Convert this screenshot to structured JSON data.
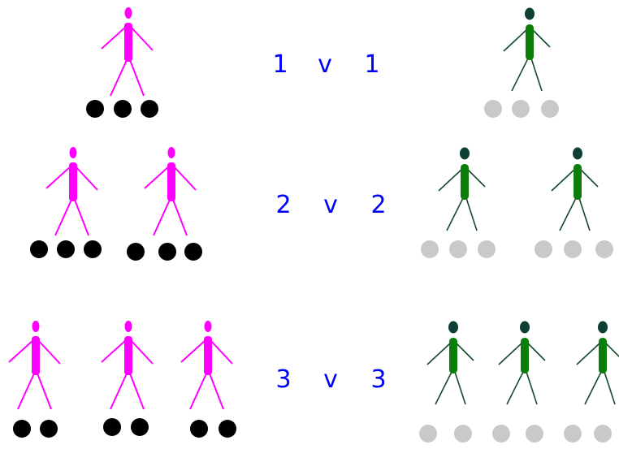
{
  "colors": {
    "background": "#ffffff",
    "pink_figure": "#ff00ff",
    "green_body": "#0a7d0a",
    "green_head": "#0d3f35",
    "green_limbs": "#134a2a",
    "ball_black": "#000000",
    "ball_grey": "#c9c9c9",
    "score_text": "#0000ff"
  },
  "rows": [
    {
      "label": {
        "left": "1",
        "vs": "v",
        "right": "1"
      },
      "left_team": {
        "players": 1,
        "balls_per_player": 3,
        "figure": "pink-stick-figure",
        "ball": "black-ball"
      },
      "right_team": {
        "players": 1,
        "balls_per_player": 3,
        "figure": "green-stick-figure",
        "ball": "grey-ball"
      }
    },
    {
      "label": {
        "left": "2",
        "vs": "v",
        "right": "2"
      },
      "left_team": {
        "players": 2,
        "balls_per_player": 3,
        "figure": "pink-stick-figure",
        "ball": "black-ball"
      },
      "right_team": {
        "players": 2,
        "balls_per_player": 3,
        "figure": "green-stick-figure",
        "ball": "grey-ball"
      }
    },
    {
      "label": {
        "left": "3",
        "vs": "v",
        "right": "3"
      },
      "left_team": {
        "players": 3,
        "balls_per_player": 2,
        "figure": "pink-stick-figure",
        "ball": "black-ball"
      },
      "right_team": {
        "players": 3,
        "balls_per_player": 2,
        "figure": "green-stick-figure",
        "ball": "grey-ball"
      }
    }
  ]
}
